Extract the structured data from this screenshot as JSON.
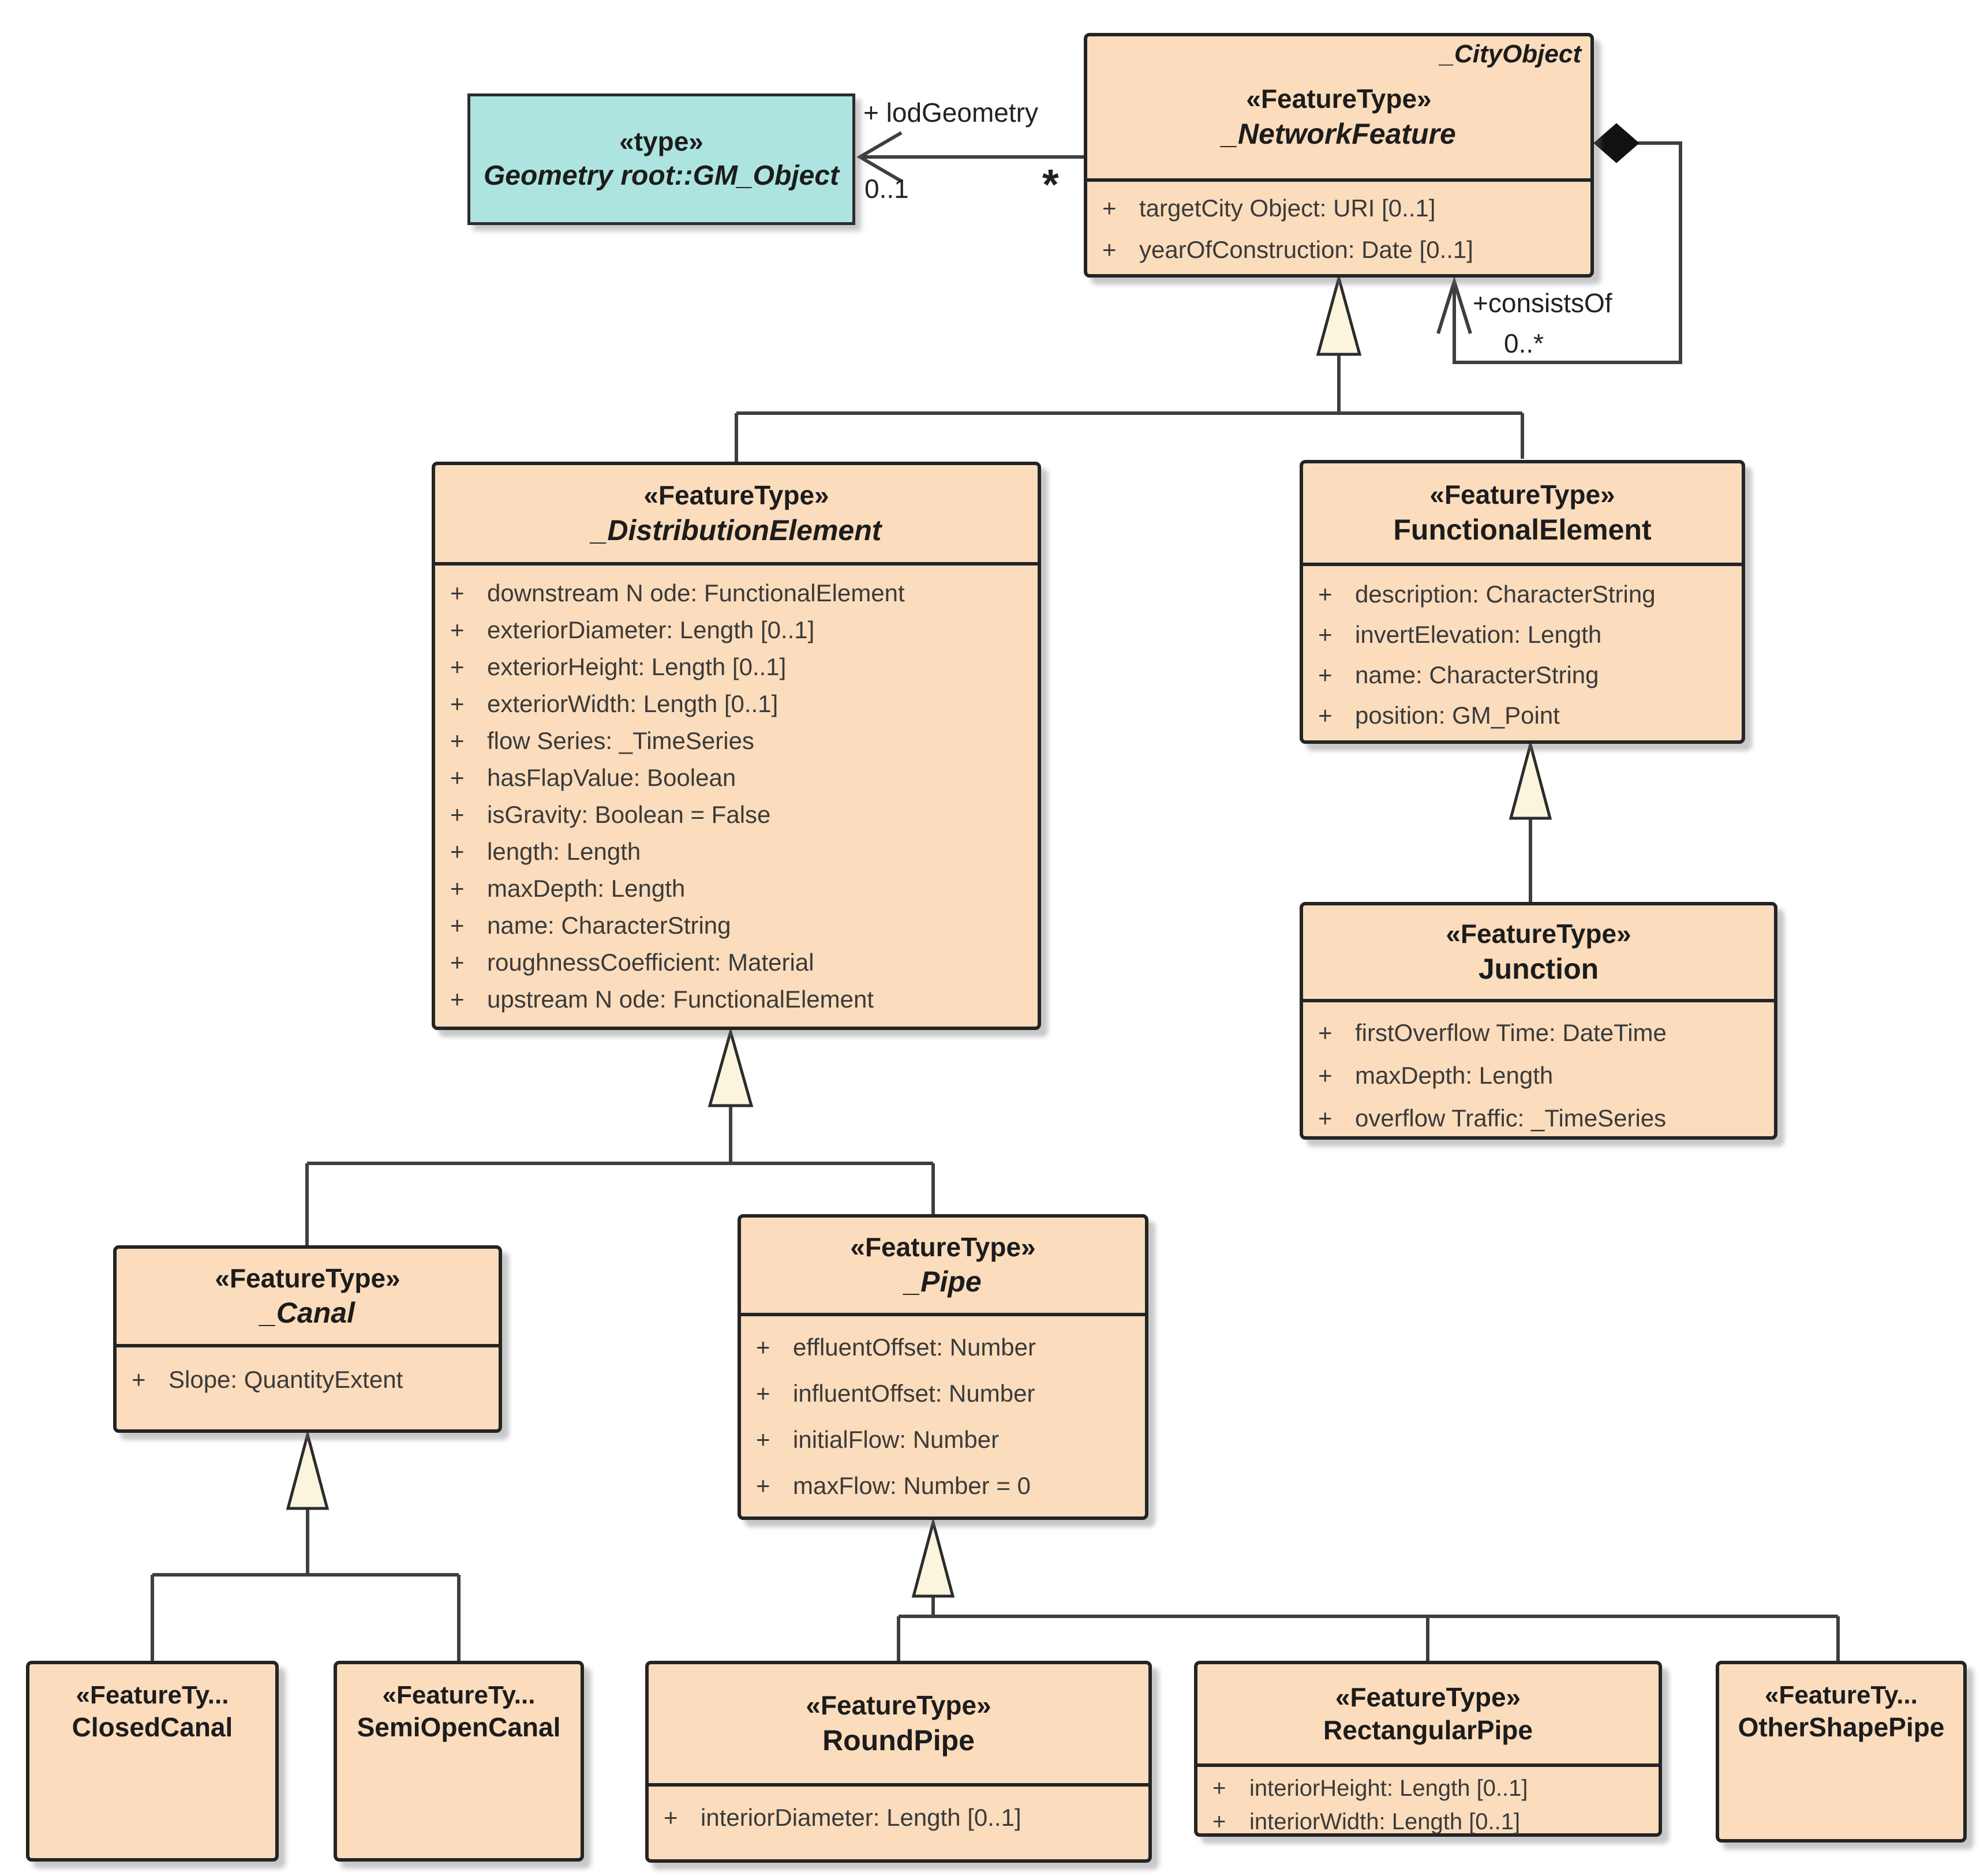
{
  "diagram": {
    "visibility": "+",
    "colors": {
      "class_fill": "#fbdcbc",
      "type_fill": "#ade4e0",
      "border": "#242424",
      "line": "#3f3f3f",
      "triangle_fill": "#fbf5de",
      "diamond_fill": "#111111"
    },
    "classes": {
      "gmObject": {
        "stereotype": "«type»",
        "name": "Geometry root::GM_Object"
      },
      "networkFeature": {
        "corner": "_CityObject",
        "stereotype": "«FeatureType»",
        "name": "_NetworkFeature",
        "attrs": [
          "targetCity Object: URI [0..1]",
          "yearOfConstruction: Date [0..1]"
        ]
      },
      "distributionElement": {
        "stereotype": "«FeatureType»",
        "name": "_DistributionElement",
        "attrs": [
          "downstream N ode: FunctionalElement",
          "exteriorDiameter: Length  [0..1]",
          "exteriorHeight: Length  [0..1]",
          "exteriorWidth: Length  [0..1]",
          "flow Series: _TimeSeries",
          "hasFlapValue: Boolean",
          "isGravity: Boolean = False",
          "length: Length",
          "maxDepth: Length",
          "name: CharacterString",
          "roughnessCoefficient: Material",
          "upstream N ode: FunctionalElement"
        ]
      },
      "functionalElement": {
        "stereotype": "«FeatureType»",
        "name": "FunctionalElement",
        "attrs": [
          "description: CharacterString",
          "invertElevation: Length",
          "name: CharacterString",
          "position: GM_Point"
        ]
      },
      "junction": {
        "stereotype": "«FeatureType»",
        "name": "Junction",
        "attrs": [
          "firstOverflow Time: DateTime",
          "maxDepth:  Length",
          "overflow Traffic: _TimeSeries"
        ]
      },
      "canal": {
        "stereotype": "«FeatureType»",
        "name": "_Canal",
        "attrs": [
          "Slope:  QuantityExtent"
        ]
      },
      "pipe": {
        "stereotype": "«FeatureType»",
        "name": "_Pipe",
        "attrs": [
          "effluentOffset:  Number",
          "influentOffset: Number",
          "initialFlow:  Number",
          "maxFlow: Number = 0"
        ]
      },
      "closedCanal": {
        "stereotype": "«FeatureTy...",
        "name": "ClosedCanal"
      },
      "semiOpenCanal": {
        "stereotype": "«FeatureTy...",
        "name": "SemiOpenCanal"
      },
      "roundPipe": {
        "stereotype": "«FeatureType»",
        "name": "RoundPipe",
        "attrs": [
          "interiorDiameter: Length  [0..1]"
        ]
      },
      "rectangularPipe": {
        "stereotype": "«FeatureType»",
        "name": "RectangularPipe",
        "attrs": [
          "interiorHeight: Length  [0..1]",
          "interiorWidth: Length  [0..1]"
        ]
      },
      "otherShapePipe": {
        "stereotype": "«FeatureTy...",
        "name": "OtherShapePipe"
      }
    },
    "connectors": {
      "lodGeometry": {
        "label": "+ lodGeometry",
        "target_multiplicity": "0..1",
        "source_multiplicity": "*"
      },
      "consistsOf": {
        "label": "+consistsOf",
        "multiplicity": "0..*"
      }
    }
  }
}
